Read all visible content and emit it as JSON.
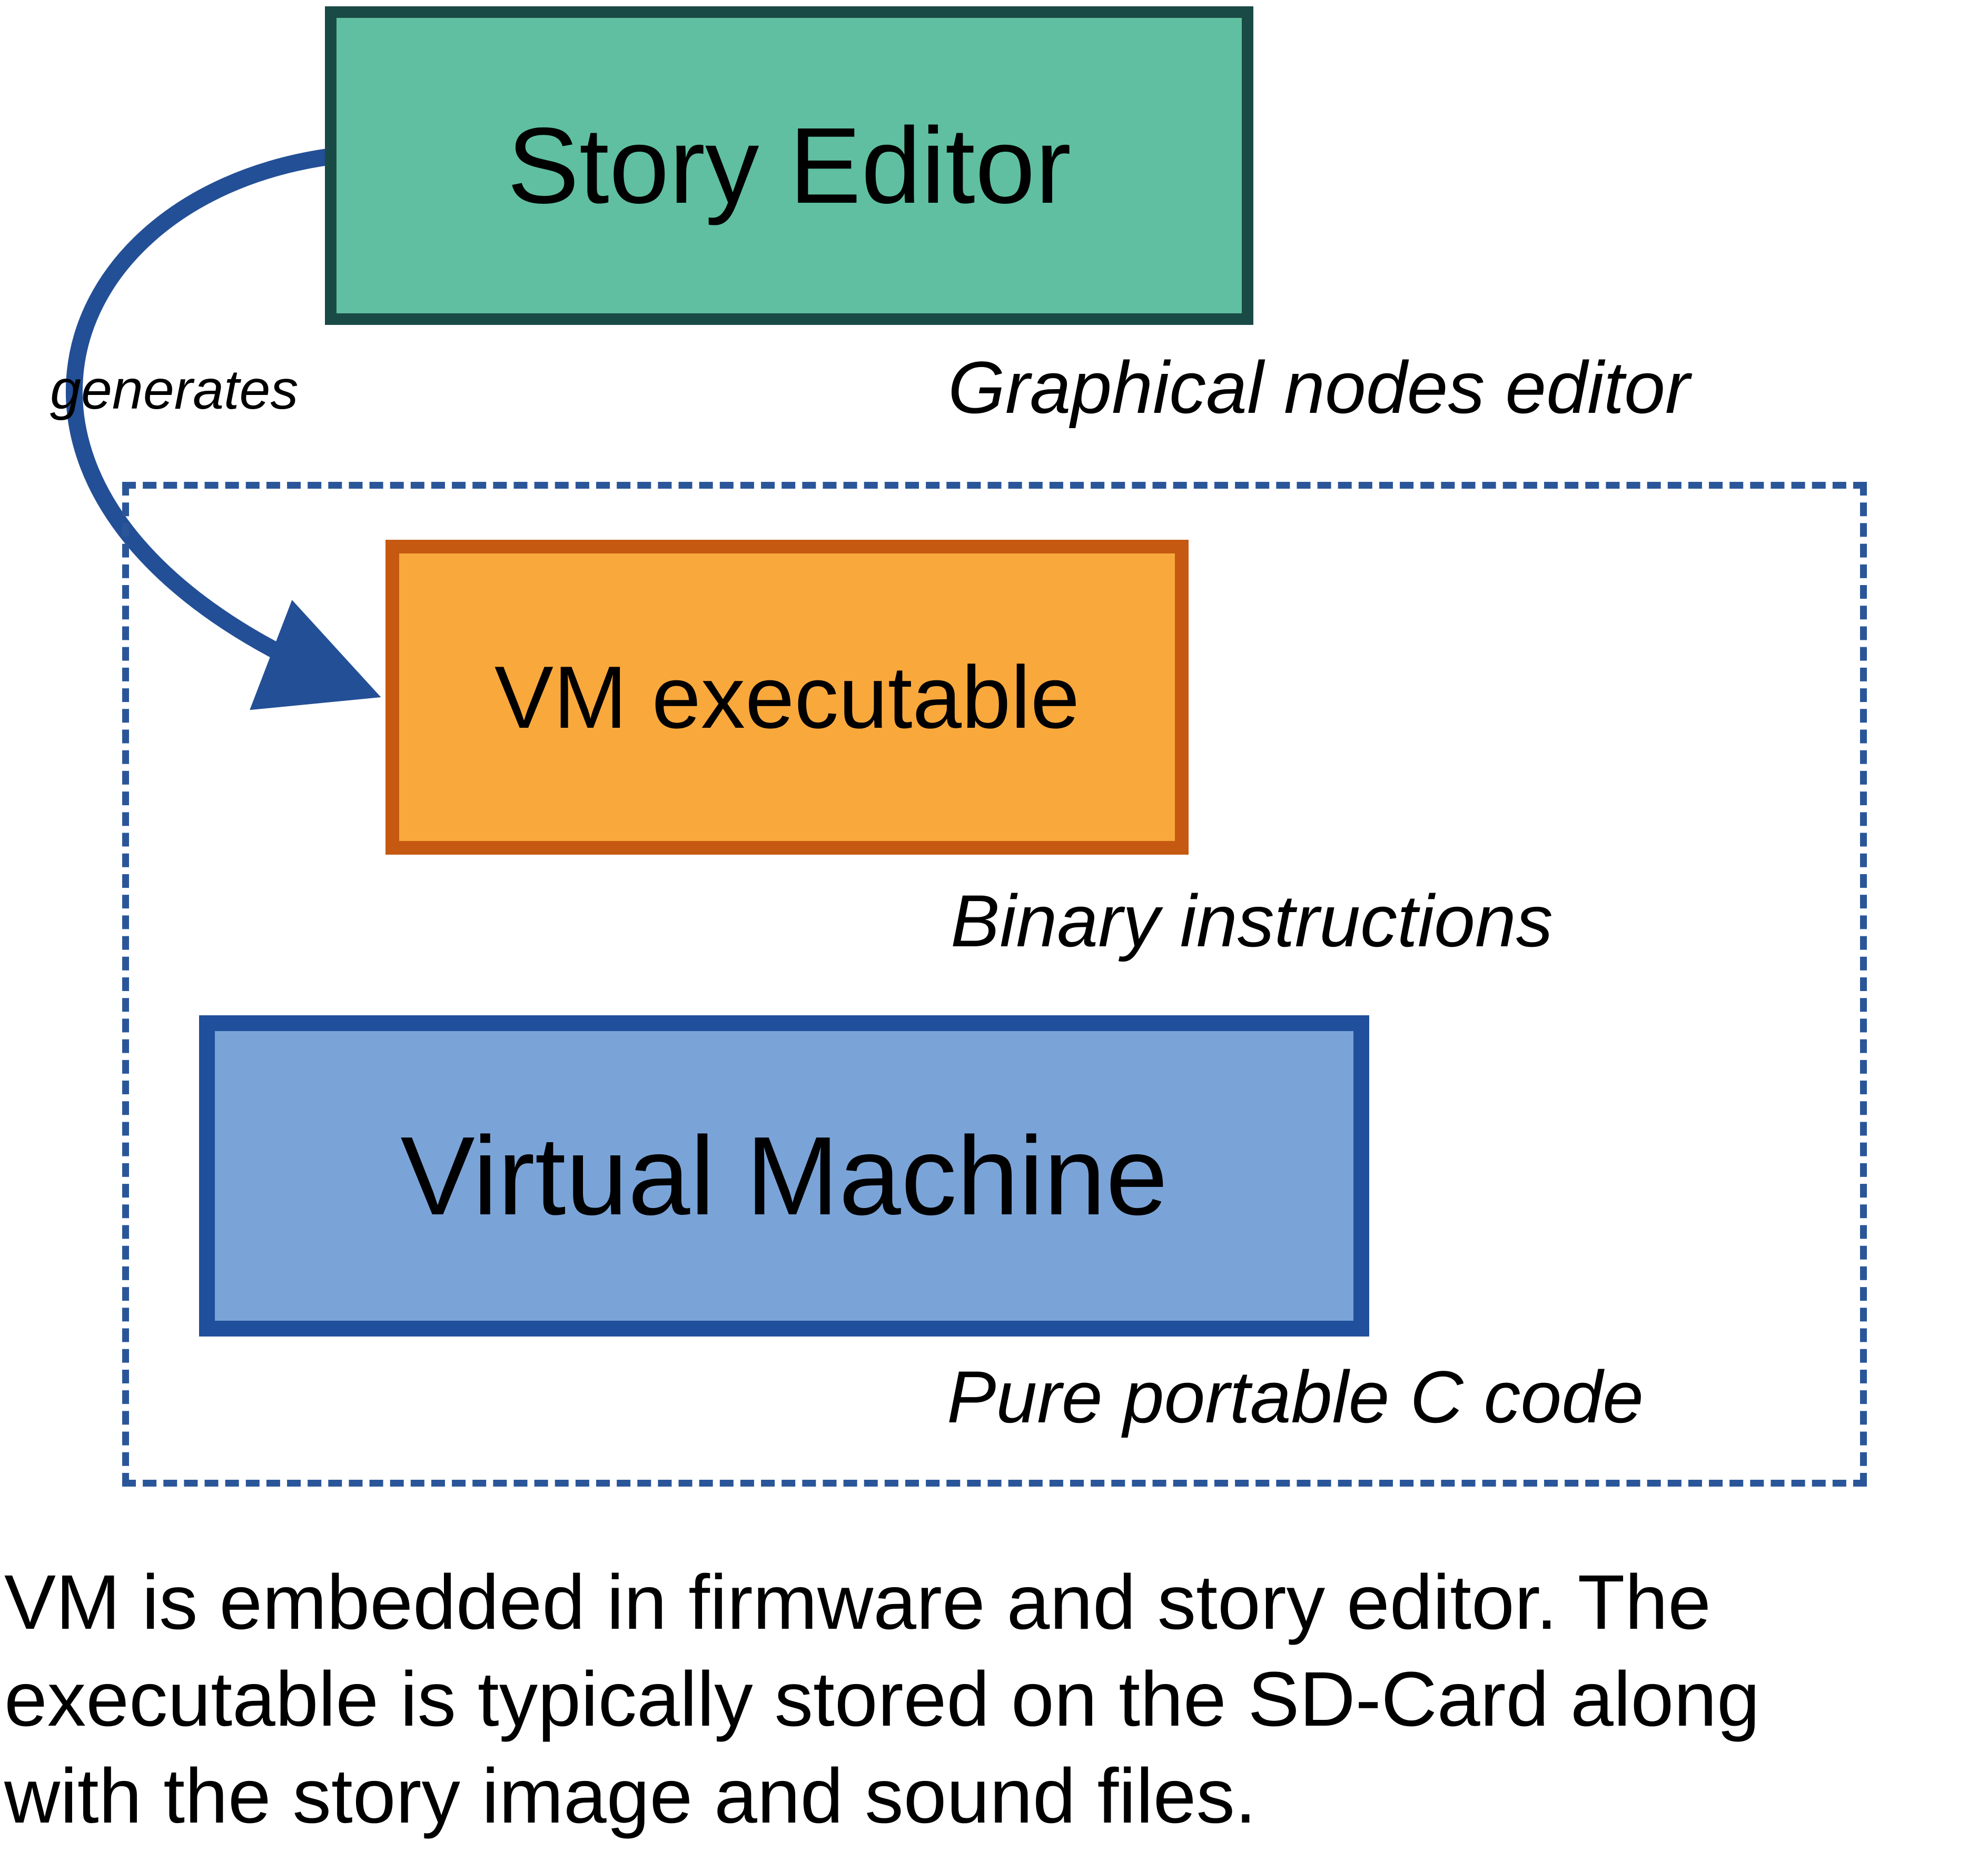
{
  "diagram": {
    "boxes": {
      "story_editor": {
        "label": "Story Editor"
      },
      "vm_executable": {
        "label": "VM executable"
      },
      "virtual_machine": {
        "label": "Virtual Machine"
      }
    },
    "annotations": {
      "generates": "generates",
      "graphical_nodes_editor": "Graphical nodes editor",
      "binary_instructions": "Binary instructions",
      "pure_portable_c_code": "Pure portable C code"
    },
    "caption": {
      "lines": [
        "VM is embedded in firmware and story editor. The",
        "executable is typically stored on the SD-Card along",
        "with the story image and sound files."
      ]
    },
    "colors": {
      "story-editor-fill": "#5fbfa0",
      "story-editor-border": "#1a4a45",
      "vm-executable-fill": "#f9a83c",
      "vm-executable-border": "#c65911",
      "virtual-machine-fill": "#7aa4d8",
      "virtual-machine-border": "#20509c",
      "dashed-border": "#2a5699",
      "arrow": "#234f96"
    }
  }
}
